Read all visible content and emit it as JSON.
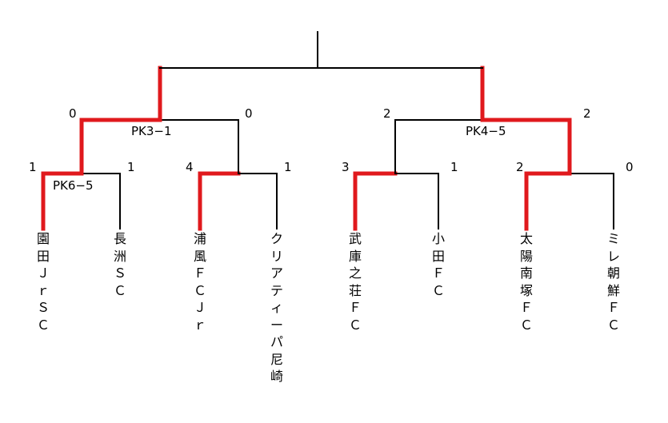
{
  "colors": {
    "line": "#000000",
    "winner_path": "#e0191d",
    "background": "#ffffff"
  },
  "teams": [
    {
      "name": "園田ＪｒＳＣ",
      "winner": true
    },
    {
      "name": "長洲ＳＣ",
      "winner": false
    },
    {
      "name": "浦風ＦＣＪｒ",
      "winner": true
    },
    {
      "name": "クリアティーパ尼崎",
      "winner": false
    },
    {
      "name": "武庫之荘ＦＣ",
      "winner": true
    },
    {
      "name": "小田ＦＣ",
      "winner": false
    },
    {
      "name": "太陽南塚ＦＣ",
      "winner": true
    },
    {
      "name": "ミレ朝鮮ＦＣ",
      "winner": false
    }
  ],
  "round1": [
    {
      "score_left": "1",
      "score_right": "1",
      "pk": "PK6−5",
      "winner": "left"
    },
    {
      "score_left": "4",
      "score_right": "1",
      "pk": "",
      "winner": "left"
    },
    {
      "score_left": "3",
      "score_right": "1",
      "pk": "",
      "winner": "left"
    },
    {
      "score_left": "2",
      "score_right": "0",
      "pk": "",
      "winner": "left"
    }
  ],
  "semifinals": [
    {
      "score_left": "0",
      "score_right": "0",
      "pk": "PK3−1",
      "winner": "left"
    },
    {
      "score_left": "2",
      "score_right": "2",
      "pk": "PK4−5",
      "winner": "right"
    }
  ],
  "final": {
    "score_left": "",
    "score_right": "",
    "pk": ""
  }
}
